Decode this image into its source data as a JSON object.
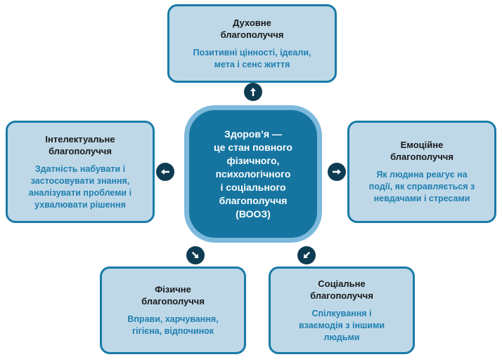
{
  "diagram": {
    "center": {
      "text": "Здоров’я —\nце стан повного\nфізичного,\nпсихологічного\nі соціального\nблагополуччя\n(ВООЗ)"
    },
    "nodes": [
      {
        "id": "spiritual",
        "title": "Духовне\nблагополуччя",
        "desc": "Позитивні цінності, ідеали,\nмета і сенс життя"
      },
      {
        "id": "intellectual",
        "title": "Інтелектуальне\nблагополуччя",
        "desc": "Здатність набувати і\nзастосовувати знання,\nаналізувати проблеми і\nухвалювати рішення"
      },
      {
        "id": "emotional",
        "title": "Емоційне\nблагополуччя",
        "desc": "Як людина реагує на\nподії, як справляється з\nневдачами і стресами"
      },
      {
        "id": "physical",
        "title": "Фізичне\nблагополуччя",
        "desc": "Вправи, харчування,\nгігієна, відпочинок"
      },
      {
        "id": "social",
        "title": "Соціальне\nблагополуччя",
        "desc": "Спілкування і\nвзаємодія з іншими\nлюдьми"
      }
    ],
    "connectors": [
      {
        "id": "up",
        "icon": "arrow-up-icon"
      },
      {
        "id": "left",
        "icon": "arrow-left-icon"
      },
      {
        "id": "right",
        "icon": "arrow-right-icon"
      },
      {
        "id": "down-left",
        "icon": "arrow-down-left-icon"
      },
      {
        "id": "down-right",
        "icon": "arrow-down-right-icon"
      }
    ],
    "colors": {
      "node_fill": "#bed8e8",
      "node_border": "#1a7ba6",
      "center_fill": "#1575a0",
      "center_ring": "#7cb9dc",
      "title_text": "#191919",
      "body_text": "#1f7fb0",
      "center_text": "#ffffff",
      "arrow_badge": "#0d3c52",
      "arrow_glyph": "#ffffff",
      "background": "#ffffff"
    }
  }
}
